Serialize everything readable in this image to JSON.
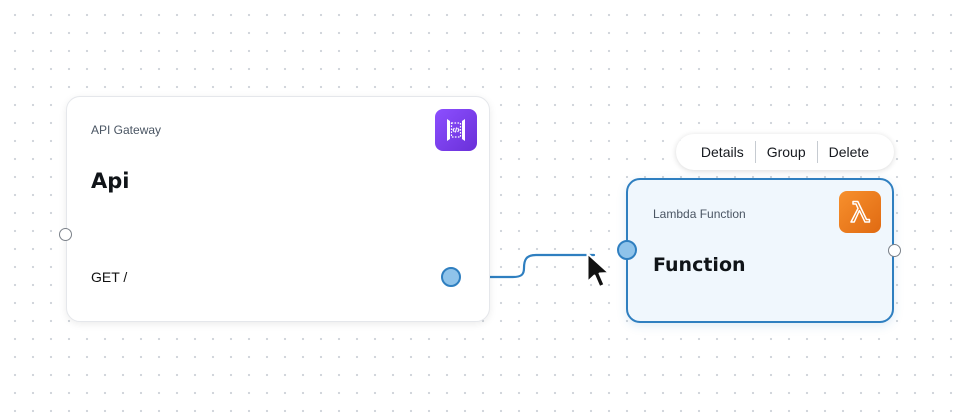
{
  "canvas": {
    "background": "#ffffff",
    "dot_color": "#cfd4da",
    "accent": "#2f7fc0"
  },
  "nodes": {
    "api": {
      "type_label": "API Gateway",
      "title": "Api",
      "route": "GET /",
      "icon": "api-gateway-icon",
      "icon_color": "#8c4fff",
      "selected": false
    },
    "lambda": {
      "type_label": "Lambda Function",
      "title": "Function",
      "icon": "lambda-icon",
      "icon_color": "#f7902d",
      "selected": true
    }
  },
  "toolbar": {
    "details": "Details",
    "group": "Group",
    "delete": "Delete"
  },
  "connection": {
    "from": "GET /",
    "to": "Function",
    "state": "dragging"
  }
}
